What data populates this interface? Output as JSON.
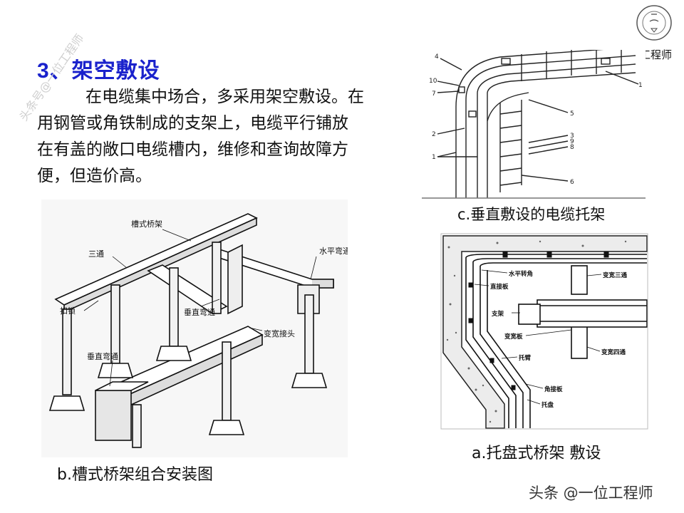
{
  "section": {
    "number": "3",
    "title": "、架空敷设"
  },
  "paragraph": {
    "lines": [
      "在电缆集中场合，多采用架空敷设。在",
      "用钢管或角铁制成的支架上，电缆平行铺放",
      "在有盖的敞口电缆槽内，维修和查询故障方",
      "便，但造价高。"
    ]
  },
  "diagram_c": {
    "caption": "c.垂直敷设的电缆托架",
    "labels": [
      "4",
      "1",
      "10",
      "7",
      "5",
      "2",
      "3",
      "9",
      "8",
      "1",
      "6"
    ]
  },
  "diagram_a": {
    "caption": "a.托盘式桥架 敷设",
    "labels": [
      "水平转角",
      "直接板",
      "变宽三通",
      "支架",
      "变宽板",
      "变宽四通",
      "托臂",
      "角接板",
      "托盘"
    ]
  },
  "diagram_b": {
    "caption": "b.槽式桥架组合安装图",
    "labels": [
      "槽式桥架",
      "三通",
      "水平弯通",
      "扣锁",
      "垂直弯通",
      "变宽接头",
      "垂直弯通"
    ]
  },
  "logo": {
    "text": "工程师"
  },
  "watermarks": {
    "diagonal": "头条号@一位工程师",
    "bottom": "头条 @一位工程师"
  }
}
